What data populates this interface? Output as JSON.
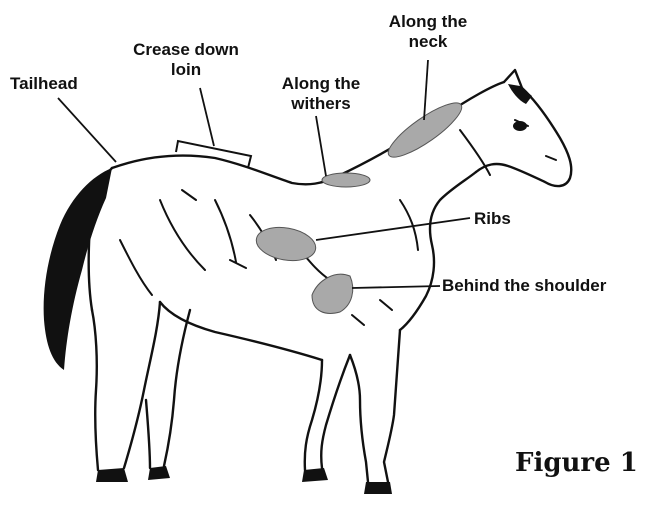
{
  "labels": {
    "tailhead": "Tailhead",
    "crease_line1": "Crease down",
    "crease_line2": "loin",
    "withers_line1": "Along the",
    "withers_line2": "withers",
    "neck_line1": "Along the",
    "neck_line2": "neck",
    "ribs": "Ribs",
    "shoulder": "Behind the shoulder"
  },
  "caption": "Figure 1",
  "colors": {
    "fat_patch": "#a9a9a9",
    "outline": "#111111",
    "mane_tail": "#111111"
  }
}
